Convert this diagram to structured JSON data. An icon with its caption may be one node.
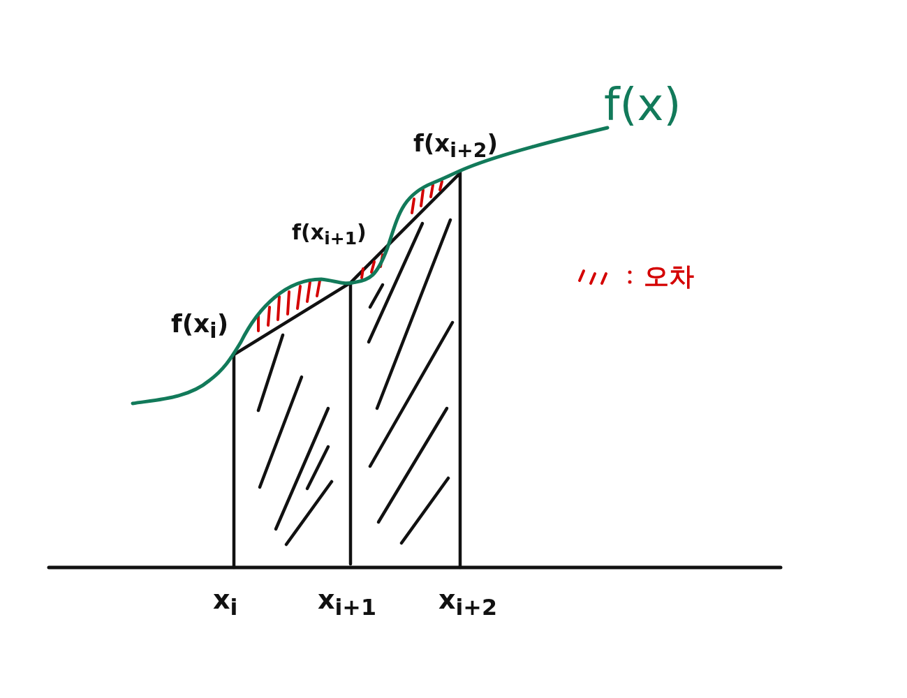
{
  "diagram": {
    "labels": [
      "f(x)",
      "f(x$_{i+2}$)",
      "f(x$_{i+1}$)",
      "f(x$_{i}$)",
      "x$_{i}$",
      "x$_{i+1}$",
      "x$_{i+2}$"
    ],
    "legend": [
      {
        "text": "오차"
      }
    ]
  }
}
